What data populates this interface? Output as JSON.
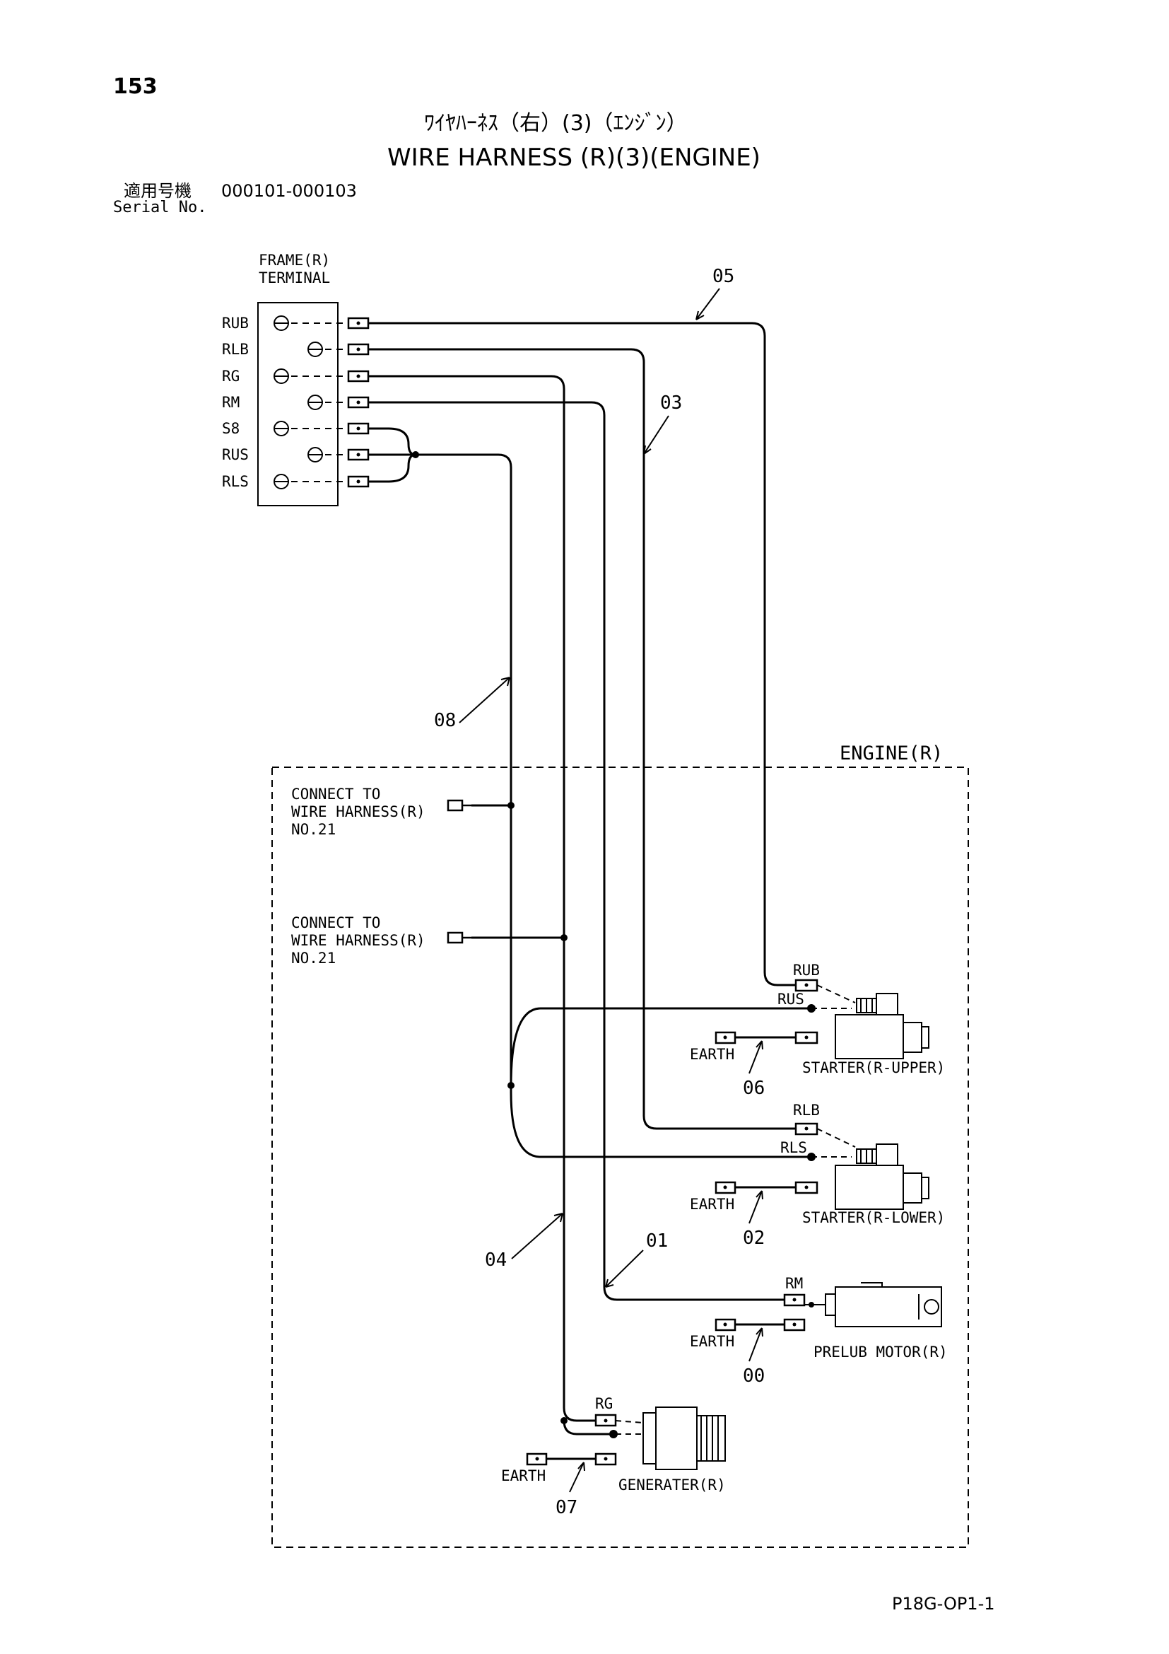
{
  "header": {
    "page_number": "153",
    "title_jp": "ﾜｲﾔﾊｰﾈｽ（右）(3)（ｴﾝｼﾞﾝ）",
    "title_en": "WIRE HARNESS (R)(3)(ENGINE)",
    "serial_label_jp": "適用号機",
    "serial_value": "000101-000103",
    "serial_label_en": "Serial No."
  },
  "terminal_block": {
    "title_line1": "FRAME(R)",
    "title_line2": "TERMINAL",
    "pins": [
      "RUB",
      "RLB",
      "RG",
      "RM",
      "S8",
      "RUS",
      "RLS"
    ]
  },
  "engine_box": {
    "label": "ENGINE(R)"
  },
  "connect_notes": [
    {
      "line1": "CONNECT TO",
      "line2": "WIRE HARNESS(R)",
      "line3": "NO.21"
    },
    {
      "line1": "CONNECT TO",
      "line2": "WIRE HARNESS(R)",
      "line3": "NO.21"
    }
  ],
  "components": {
    "starter_upper": "STARTER(R-UPPER)",
    "starter_lower": "STARTER(R-LOWER)",
    "prelub_motor": "PRELUB MOTOR(R)",
    "generator": "GENERATER(R)"
  },
  "connector_labels": {
    "rub": "RUB",
    "rus": "RUS",
    "rlb": "RLB",
    "rls": "RLS",
    "rm": "RM",
    "rg": "RG",
    "earth": "EARTH"
  },
  "wire_numbers": {
    "w05": "05",
    "w03": "03",
    "w08": "08",
    "w06": "06",
    "w02": "02",
    "w01": "01",
    "w04": "04",
    "w00": "00",
    "w07": "07"
  },
  "footer": {
    "code": "P18G-OP1-1"
  }
}
